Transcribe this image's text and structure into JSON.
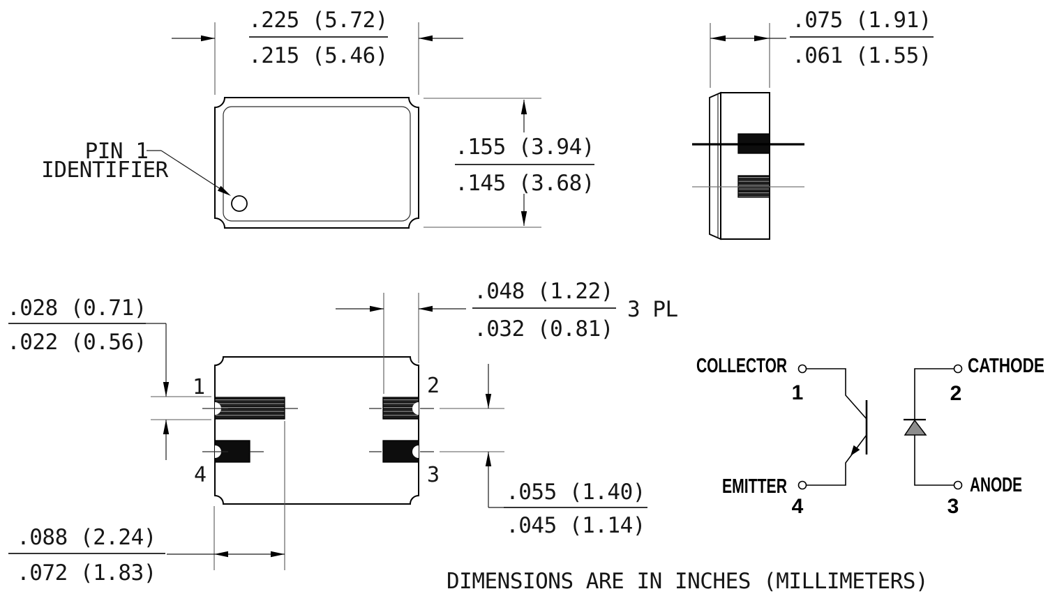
{
  "drawing": {
    "footer_note": "DIMENSIONS ARE IN INCHES (MILLIMETERS)",
    "colors": {
      "line_color": "#1a1a1a",
      "gray_line": "#6e6e6e",
      "diode_fill": "#8c8c8c",
      "pad_fill": "#0d0d0d",
      "pad_stripe": "#8f8f8f",
      "background": "#ffffff"
    },
    "top_view": {
      "pin1_callout_line1": "PIN 1",
      "pin1_callout_line2": "IDENTIFIER",
      "width_dim": {
        "max": ".225 (5.72)",
        "min": ".215 (5.46)"
      },
      "height_dim": {
        "max": ".155 (3.94)",
        "min": ".145 (3.68)"
      }
    },
    "side_view": {
      "depth_dim": {
        "max": ".075 (1.91)",
        "min": ".061 (1.55)"
      }
    },
    "bottom_view": {
      "pad_height_dim": {
        "max": ".028 (0.71)",
        "min": ".022 (0.56)"
      },
      "pad_width_dim": {
        "max": ".048 (1.22)",
        "min": ".032 (0.81)",
        "qualifier": "3 PL"
      },
      "pad_spacing_dim": {
        "max": ".055 (1.40)",
        "min": ".045 (1.14)"
      },
      "pin1_pad_width_dim": {
        "max": ".088 (2.24)",
        "min": ".072 (1.83)"
      },
      "pin_numbers": {
        "pin1": "1",
        "pin2": "2",
        "pin3": "3",
        "pin4": "4"
      }
    },
    "schematic": {
      "collector_label": "COLLECTOR",
      "collector_pin": "1",
      "cathode_label": "CATHODE",
      "cathode_pin": "2",
      "emitter_label": "EMITTER",
      "emitter_pin": "4",
      "anode_label": "ANODE",
      "anode_pin": "3"
    }
  }
}
